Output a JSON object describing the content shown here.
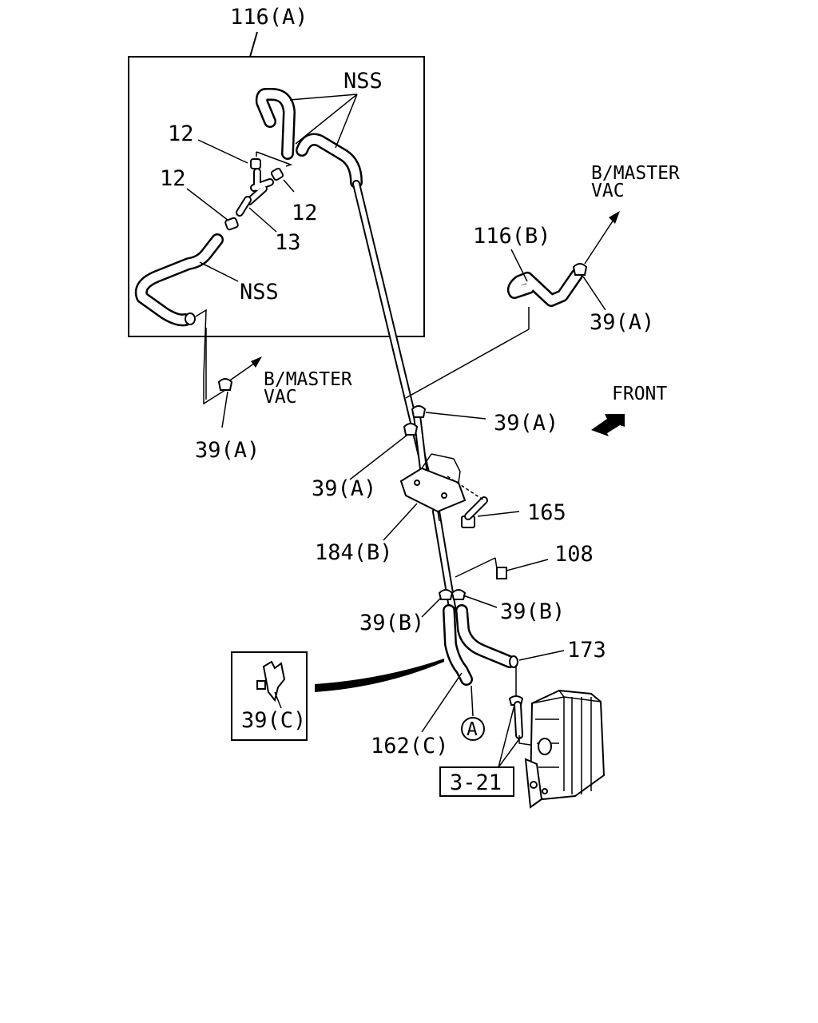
{
  "diagram": {
    "detail_box_label": "116(A)",
    "labels": {
      "nss_top": "NSS",
      "nss_mid": "NSS",
      "part_12_a": "12",
      "part_12_b": "12",
      "part_12_c": "12",
      "part_13": "13",
      "bmaster_left_line1": "B/MASTER",
      "bmaster_left_line2": "VAC",
      "bmaster_right_line1": "B/MASTER",
      "bmaster_right_line2": "VAC",
      "part_116b": "116(B)",
      "clip_39a_right": "39(A)",
      "clip_39a_left": "39(A)",
      "clip_39a_mid1": "39(A)",
      "clip_39a_mid2": "39(A)",
      "front": "FRONT",
      "part_165": "165",
      "part_184b": "184(B)",
      "part_108": "108",
      "clip_39b_left": "39(B)",
      "clip_39b_right": "39(B)",
      "part_173": "173",
      "clip_39c": "39(C)",
      "part_162c": "162(C)",
      "circle_a": "A",
      "ref_box": "3-21"
    }
  }
}
